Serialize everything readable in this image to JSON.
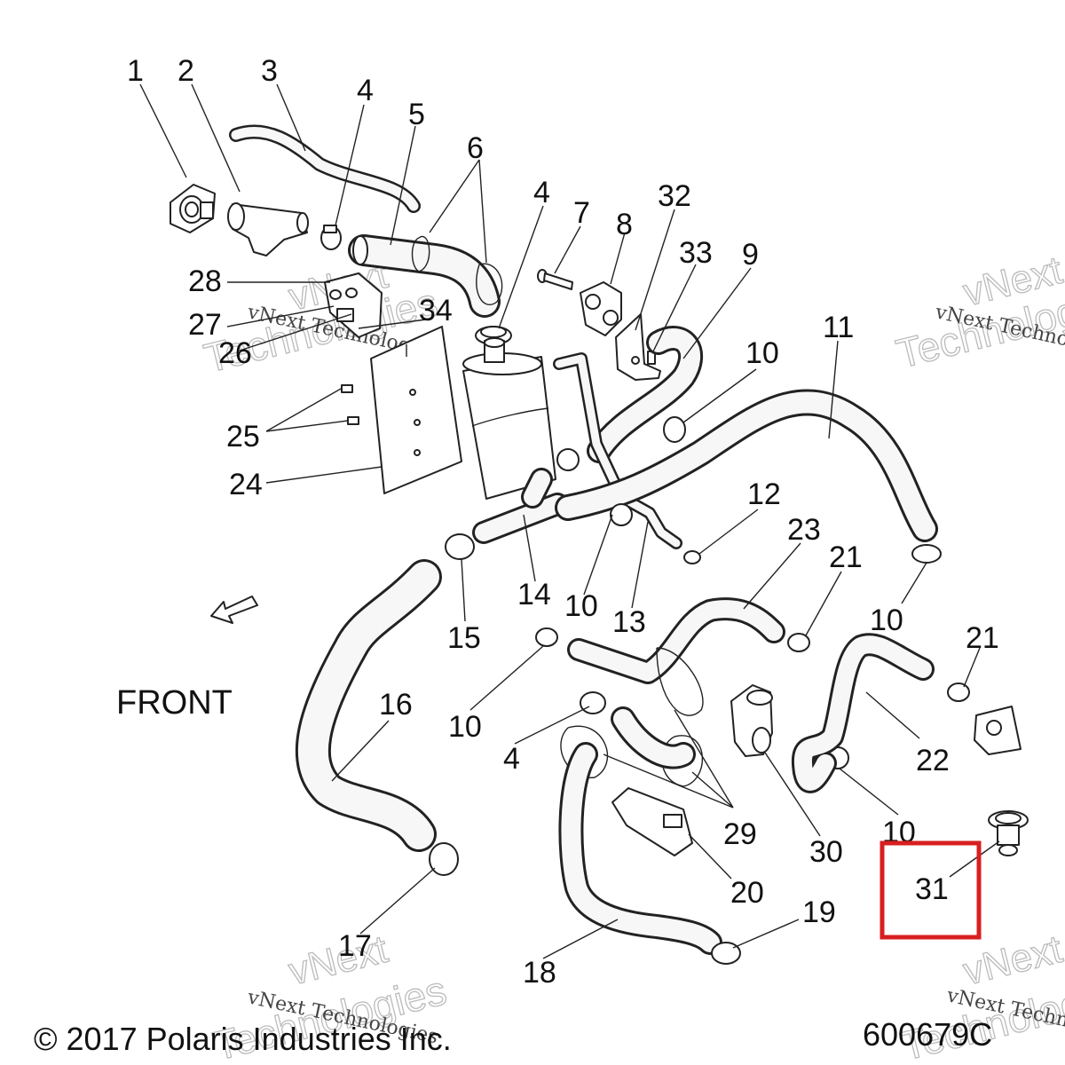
{
  "callouts": [
    {
      "id": "c1",
      "text": "1"
    },
    {
      "id": "c2",
      "text": "2"
    },
    {
      "id": "c3",
      "text": "3"
    },
    {
      "id": "c4a",
      "text": "4"
    },
    {
      "id": "c5",
      "text": "5"
    },
    {
      "id": "c6",
      "text": "6"
    },
    {
      "id": "c4b",
      "text": "4"
    },
    {
      "id": "c7",
      "text": "7"
    },
    {
      "id": "c8",
      "text": "8"
    },
    {
      "id": "c32",
      "text": "32"
    },
    {
      "id": "c33",
      "text": "33"
    },
    {
      "id": "c9",
      "text": "9"
    },
    {
      "id": "c28",
      "text": "28"
    },
    {
      "id": "c27",
      "text": "27"
    },
    {
      "id": "c34",
      "text": "34"
    },
    {
      "id": "c26",
      "text": "26"
    },
    {
      "id": "c11",
      "text": "11"
    },
    {
      "id": "c10a",
      "text": "10"
    },
    {
      "id": "c25",
      "text": "25"
    },
    {
      "id": "c24",
      "text": "24"
    },
    {
      "id": "c12",
      "text": "12"
    },
    {
      "id": "c23",
      "text": "23"
    },
    {
      "id": "c21a",
      "text": "21"
    },
    {
      "id": "c14",
      "text": "14"
    },
    {
      "id": "c10b",
      "text": "10"
    },
    {
      "id": "c13",
      "text": "13"
    },
    {
      "id": "c15",
      "text": "15"
    },
    {
      "id": "c10c",
      "text": "10"
    },
    {
      "id": "c21b",
      "text": "21"
    },
    {
      "id": "c16",
      "text": "16"
    },
    {
      "id": "c10d",
      "text": "10"
    },
    {
      "id": "c4c",
      "text": "4"
    },
    {
      "id": "c22",
      "text": "22"
    },
    {
      "id": "c29",
      "text": "29"
    },
    {
      "id": "c10e",
      "text": "10"
    },
    {
      "id": "c30",
      "text": "30"
    },
    {
      "id": "c20",
      "text": "20"
    },
    {
      "id": "c31",
      "text": "31"
    },
    {
      "id": "c19",
      "text": "19"
    },
    {
      "id": "c17",
      "text": "17"
    },
    {
      "id": "c18",
      "text": "18"
    }
  ],
  "front_label": "FRONT",
  "watermarks": {
    "text1": "vNext Technologies",
    "word_vnext": "vNext",
    "word_tech": "Technologies"
  },
  "footer": {
    "copyright": "© 2017 Polaris Industries Inc.",
    "diagram_id": "600679C"
  },
  "highlighted_part": "31"
}
